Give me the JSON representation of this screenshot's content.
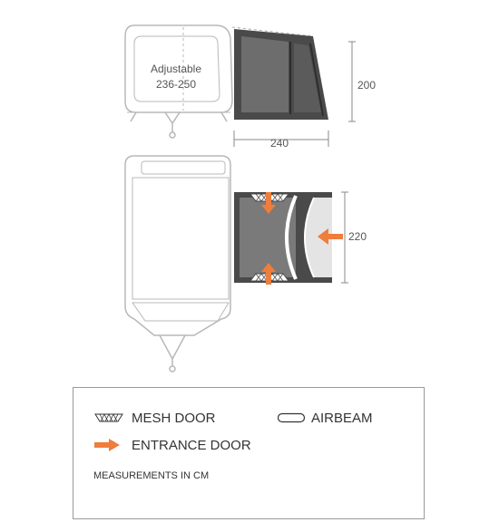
{
  "dimensions": {
    "adjustable_label": "Adjustable",
    "adjustable_range": "236-250",
    "height": "200",
    "width": "240",
    "depth": "220"
  },
  "legend": {
    "mesh_door": "MESH DOOR",
    "airbeam": "AIRBEAM",
    "entrance_door": "ENTRANCE DOOR",
    "note": "MEASUREMENTS IN CM"
  },
  "colors": {
    "arrow": "#ef7d3c",
    "caravan_outline": "#b8b8b8",
    "awning_dark": "#4a4a4a",
    "dim_line": "#888888"
  }
}
